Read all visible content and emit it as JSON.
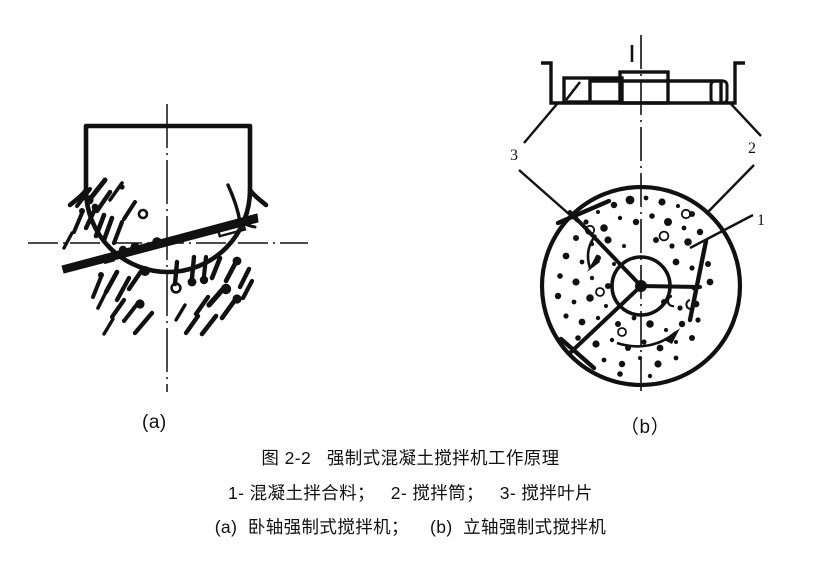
{
  "figure": {
    "number": "图 2-2",
    "title_line": "图 2-2   强制式混凝土搅拌机工作原理",
    "legend_line": "1- 混凝土拌合料；   2- 搅拌筒；   3- 搅拌叶片",
    "subcaption_line": "(a)  卧轴强制式搅拌机；    (b)  立轴强制式搅拌机",
    "sublabel_a": "(a)",
    "sublabel_b": "（b）",
    "callouts": [
      {
        "id": "1",
        "text": "1",
        "refers_to": "混凝土拌合料"
      },
      {
        "id": "2",
        "text": "2",
        "refers_to": "搅拌筒"
      },
      {
        "id": "3",
        "text": "3",
        "refers_to": "搅拌叶片"
      }
    ]
  },
  "legend_items": [
    {
      "number": "1",
      "label": "混凝土拌合料"
    },
    {
      "number": "2",
      "label": "搅拌筒"
    },
    {
      "number": "3",
      "label": "搅拌叶片"
    }
  ],
  "subfigures": [
    {
      "key": "a",
      "label": "(a)",
      "description": "卧轴强制式搅拌机"
    },
    {
      "key": "b",
      "label": "(b)",
      "description": "立轴强制式搅拌机"
    }
  ],
  "colors": {
    "ink": "#111111",
    "paper": "#ffffff"
  }
}
